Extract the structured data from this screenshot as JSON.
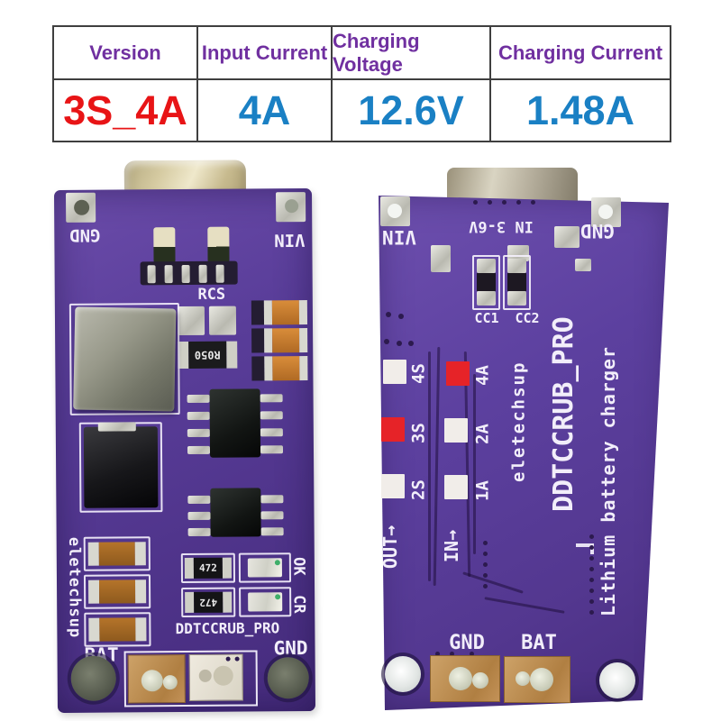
{
  "product_table": {
    "columns": [
      {
        "header": "Version",
        "value": "3S_4A"
      },
      {
        "header": "Input Current",
        "value": "4A"
      },
      {
        "header": "Charging Voltage",
        "value": "12.6V"
      },
      {
        "header": "Charging Current",
        "value": "1.48A"
      }
    ]
  },
  "front_board": {
    "top_left_pad_label": "GND",
    "top_right_pad_label": "VIN",
    "current_sense_label": "RCS",
    "sense_resistor_marking": "R050",
    "brand": "eletechsup",
    "resistor_markings": [
      "472",
      "472"
    ],
    "led_labels": {
      "ok": "OK",
      "charge": "CR"
    },
    "model": "DDTCCRUB_PRO",
    "bottom_left_pad_label": "BAT",
    "bottom_right_pad_label": "GND"
  },
  "back_board": {
    "top_left_pad_label": "VIN",
    "input_range_label": "IN 3-6V",
    "top_right_pad_label": "GND",
    "cc_labels": [
      "CC1",
      "CC2"
    ],
    "series_options": [
      {
        "label": "4S",
        "selected": false
      },
      {
        "label": "3S",
        "selected": true
      },
      {
        "label": "2S",
        "selected": false
      }
    ],
    "current_options": [
      {
        "label": "4A",
        "selected": true
      },
      {
        "label": "2A",
        "selected": false
      },
      {
        "label": "1A",
        "selected": false
      }
    ],
    "out_label": "OUT→",
    "in_label": "IN→",
    "brand": "eletechsup",
    "model": "DDTCCRUB_PRO",
    "product_name": "Lithium battery charger",
    "bottom_left_pad_label": "GND",
    "bottom_right_pad_label": "BAT"
  },
  "colors": {
    "table_header_text": "#7030a0",
    "table_value_text": "#1a80c4",
    "table_version_text": "#e81416",
    "pcb_purple": "#593d99",
    "selected_pad_red": "#e62328",
    "silkscreen_white": "#f2eefa"
  }
}
